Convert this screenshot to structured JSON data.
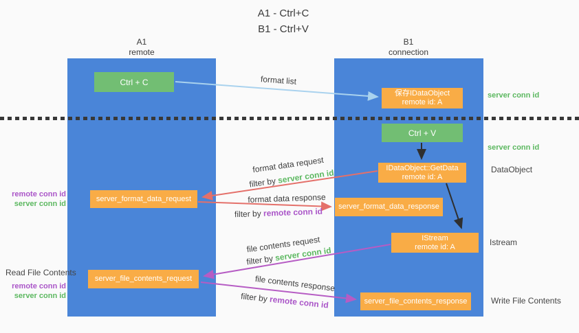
{
  "title": {
    "line1": "A1 - Ctrl+C",
    "line2": "B1 - Ctrl+V"
  },
  "lanes": {
    "left": {
      "name": "A1",
      "role": "remote"
    },
    "right": {
      "name": "B1",
      "role": "connection"
    }
  },
  "nodes": {
    "ctrl_c": {
      "label": "Ctrl + C"
    },
    "save_dataobject": {
      "line1": "保存IDataObject",
      "line2": "remote id: A"
    },
    "ctrl_v": {
      "label": "Ctrl + V"
    },
    "getdata": {
      "line1": "IDataObject::GetData",
      "line2": "remote id: A"
    },
    "istream": {
      "line1": "IStream",
      "line2": "remote id: A"
    },
    "format_request": {
      "label": "server_format_data_request"
    },
    "format_response": {
      "label": "server_format_data_response"
    },
    "file_request": {
      "label": "server_file_contents_request"
    },
    "file_response": {
      "label": "server_file_contents_response"
    }
  },
  "annotations": {
    "right": {
      "server_conn_id_top": "server conn id",
      "server_conn_id_mid": "server conn id",
      "dataobject": "DataObject",
      "istream": "Istream",
      "write_file_contents": "Write File Contents"
    },
    "left": {
      "remote_conn_id_1": "remote conn id",
      "server_conn_id_1": "server conn id",
      "read_file_contents": "Read File Contents",
      "remote_conn_id_2": "remote conn id",
      "server_conn_id_2": "server conn id"
    }
  },
  "arrow_labels": {
    "format_list": "format list",
    "format_data_request": "format data request",
    "format_data_response": "format data response",
    "file_contents_request": "file contents request",
    "file_contents_response": "file contents response",
    "filter_prefix": "filter by",
    "filter_server": "server conn id",
    "filter_remote": "remote conn id"
  },
  "colors": {
    "lane_blue": "#4a85d8",
    "node_green": "#72be73",
    "node_orange": "#f9ac46",
    "accent_green": "#5cb860",
    "accent_purple": "#aa55c8",
    "arrow_red": "#e4706a",
    "arrow_purple": "#b65cc4",
    "arrow_lightblue": "#a9d2ee",
    "arrow_black": "#2f2f2f",
    "divider_black": "#383838"
  }
}
